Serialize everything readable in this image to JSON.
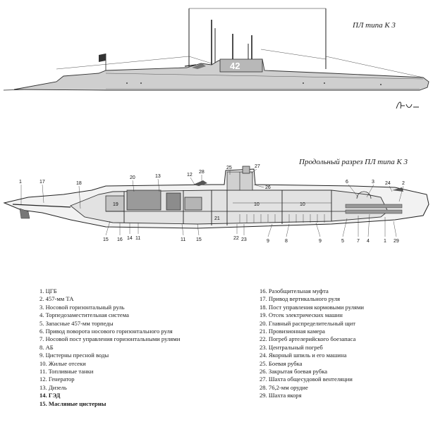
{
  "titles": {
    "top_view": "ПЛ типа К 3",
    "section_view": "Продольный разрез ПЛ типа К 3"
  },
  "hull_number": "42",
  "inner_labels": {
    "a": "19",
    "b": "10",
    "c": "10",
    "d": "21"
  },
  "callouts": [
    "1",
    "17",
    "18",
    "20",
    "13",
    "12",
    "28",
    "25",
    "27",
    "26",
    "6",
    "3",
    "24",
    "2",
    "15",
    "16",
    "14",
    "11",
    "11",
    "15",
    "22",
    "23",
    "9",
    "8",
    "9",
    "5",
    "7",
    "4",
    "1",
    "29"
  ],
  "legend_left": [
    "1. ЦГБ",
    "2. 457-мм ТА",
    "3. Носовой горизонтальный руль",
    "4. Торпедозаместительная система",
    "5. Запасные 457-мм торпеды",
    "6. Привод поворота носового горизонтального руля",
    "7. Носовой пост управления горизонтальными рулями",
    "8. АБ",
    "9. Цистерны пресной воды",
    "10. Жилые отсеки",
    "11. Топливные танки",
    "12. Генератор",
    "13. Дизель",
    "14. ГЭД",
    "15. Масляные цистерны"
  ],
  "legend_right": [
    "16. Разобщительная муфта",
    "17. Привод вертикального руля",
    "18. Пост управления кормовыми рулями",
    "19. Отсек электрических машин",
    "20. Главный распределительный щит",
    "21. Провизионная камера",
    "22. Погреб артелерийского боезапаса",
    "23. Центральный погреб",
    "24. Якорный шпиль и его машина",
    "25. Боевая рубка",
    "26. Закрытая боевая рубка",
    "27. Шахта общесудовой вентеляции",
    "28. 76,2-мм орудие",
    "29. Шахта якоря"
  ]
}
